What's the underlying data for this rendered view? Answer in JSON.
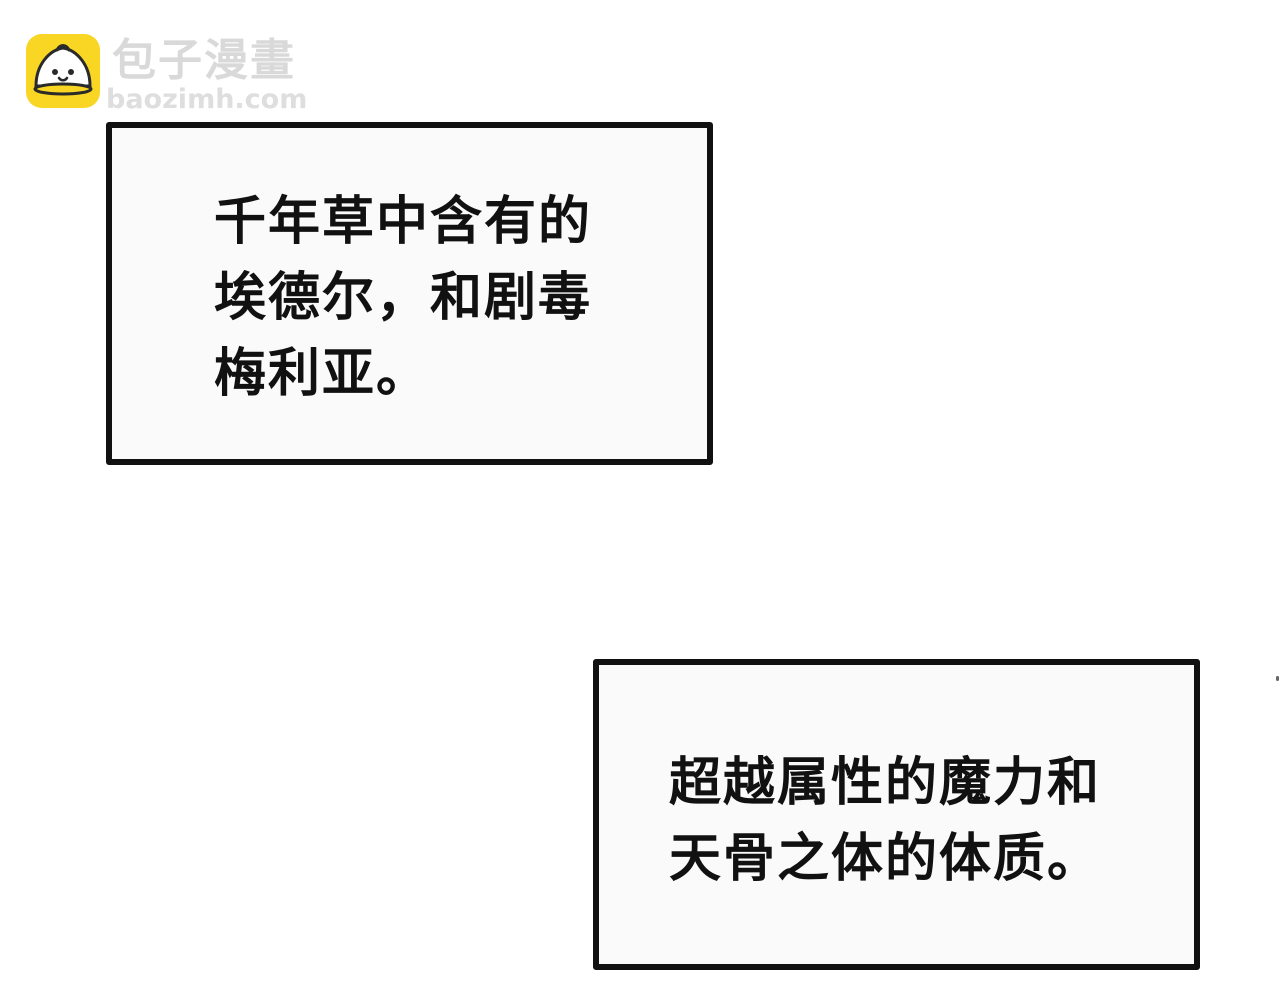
{
  "watermark": {
    "title": "包子漫畫",
    "url": "baozimh.com",
    "icon": "bun-mascot-icon",
    "colors": {
      "badge": "#F9D623",
      "text": "#D9D9D9"
    }
  },
  "captions": [
    {
      "lines": [
        "千年草中含有的",
        "埃德尔，和剧毒",
        "梅利亚。"
      ]
    },
    {
      "lines": [
        "超越属性的魔力和",
        "天骨之体的体质。"
      ]
    }
  ]
}
